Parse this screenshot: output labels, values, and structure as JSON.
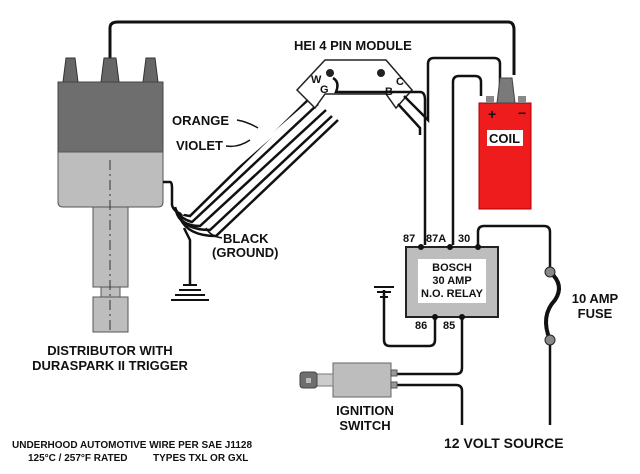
{
  "title": "HEI 4 Pin Module Wiring Diagram",
  "module": {
    "label": "HEI 4 PIN MODULE",
    "pins": [
      "W",
      "G",
      "C",
      "B"
    ]
  },
  "coil": {
    "label": "COIL",
    "plus": "+",
    "minus": "−",
    "color": "#ee1c1c"
  },
  "relay": {
    "line1": "BOSCH",
    "line2": "30 AMP",
    "line3": "N.O. RELAY",
    "pins_top": [
      "87",
      "87A",
      "30"
    ],
    "pins_bottom": [
      "86",
      "85"
    ]
  },
  "fuse": {
    "line1": "10 AMP",
    "line2": "FUSE"
  },
  "wires": {
    "orange": "ORANGE",
    "violet": "VIOLET",
    "black1": "BLACK",
    "black2": "(GROUND)"
  },
  "distributor": {
    "line1": "DISTRIBUTOR WITH",
    "line2": "DURASPARK II TRIGGER"
  },
  "ignition": {
    "line1": "IGNITION",
    "line2": "SWITCH"
  },
  "source": {
    "label": "12 VOLT SOURCE"
  },
  "note": {
    "line1": "UNDERHOOD AUTOMOTIVE WIRE PER SAE J1128",
    "line2a": "125°C / 257°F RATED",
    "line2b": "TYPES TXL OR GXL"
  }
}
